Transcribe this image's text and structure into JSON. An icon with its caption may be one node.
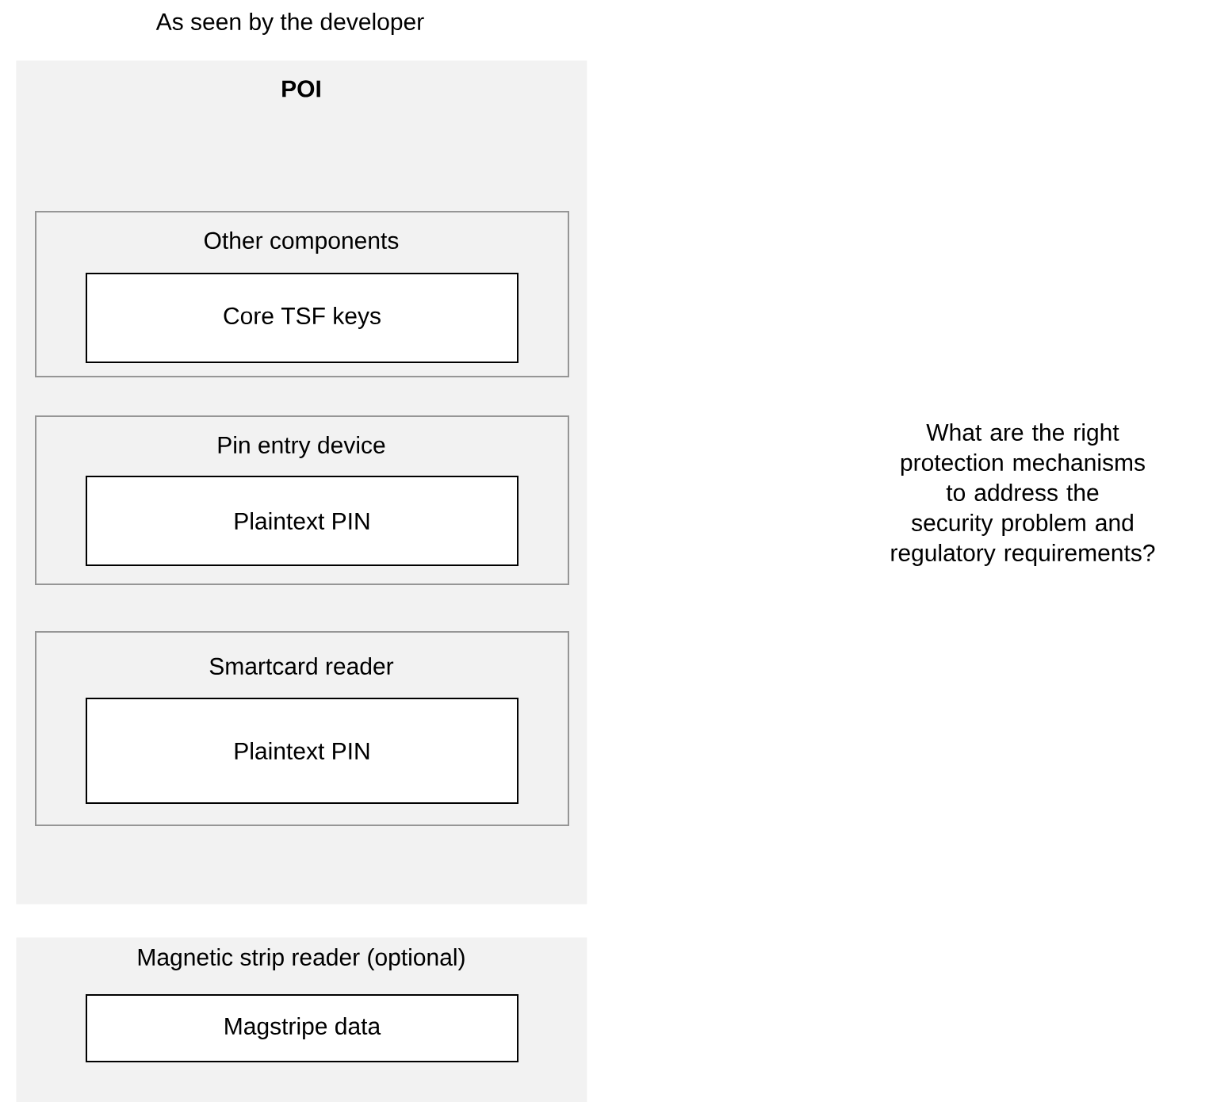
{
  "diagram": {
    "title": "As seen by the developer",
    "nodes": [
      {
        "text": [
          "POI"
        ]
      },
      {
        "text": [
          "Other components"
        ],
        "in": 0
      },
      {
        "text": [
          "Core TSF keys"
        ],
        "in": 1
      },
      {
        "text": [
          "Pin entry device"
        ],
        "in": 0
      },
      {
        "text": [
          "Plaintext PIN"
        ],
        "in": 3
      },
      {
        "text": [
          "Smartcard reader"
        ],
        "in": 0
      },
      {
        "text": [
          "Plaintext PIN"
        ],
        "in": 5
      },
      {
        "text": [
          "Magnetic strip reader (optional)"
        ]
      },
      {
        "text": [
          "Magstripe data"
        ],
        "in": 7
      }
    ],
    "labels": [
      "What are the right protection mechanisms to address the security problem and regulatory requirements?"
    ]
  }
}
